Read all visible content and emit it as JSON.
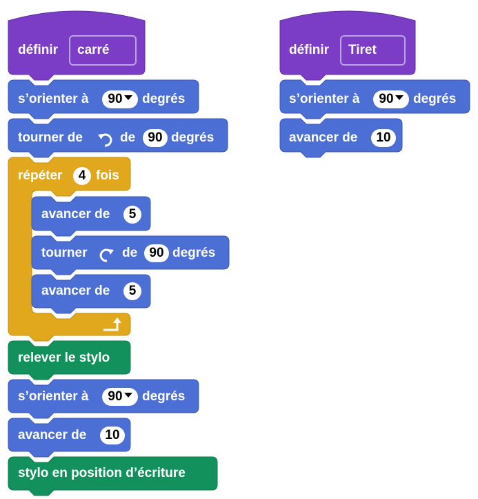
{
  "colors": {
    "define": "#7c3dc6",
    "motion": "#4c6fd6",
    "control": "#e2a81d",
    "pen": "#12915d"
  },
  "script1": {
    "define_label": "définir",
    "define_name": "carré",
    "point1_label": "s’orienter à",
    "point1_value": "90",
    "point1_suffix": "degrés",
    "turn1_label": "tourner de",
    "turn1_icon": "rotate-left-icon",
    "turn1_mid": "de",
    "turn1_value": "90",
    "turn1_suffix": "degrés",
    "repeat_label": "répéter",
    "repeat_value": "4",
    "repeat_suffix": "fois",
    "move1_label": "avancer de",
    "move1_value": "5",
    "turn2_label": "tourner",
    "turn2_icon": "rotate-right-icon",
    "turn2_mid": "de",
    "turn2_value": "90",
    "turn2_suffix": "degrés",
    "move2_label": "avancer de",
    "move2_value": "5",
    "loop_icon": "loop-arrow-icon",
    "penup_label": "relever le stylo",
    "point2_label": "s’orienter à",
    "point2_value": "90",
    "point2_suffix": "degrés",
    "move3_label": "avancer de",
    "move3_value": "10",
    "pendown_label": "stylo en position d’écriture"
  },
  "script2": {
    "define_label": "définir",
    "define_name": "Tiret",
    "point_label": "s’orienter à",
    "point_value": "90",
    "point_suffix": "degrés",
    "move_label": "avancer de",
    "move_value": "10"
  }
}
